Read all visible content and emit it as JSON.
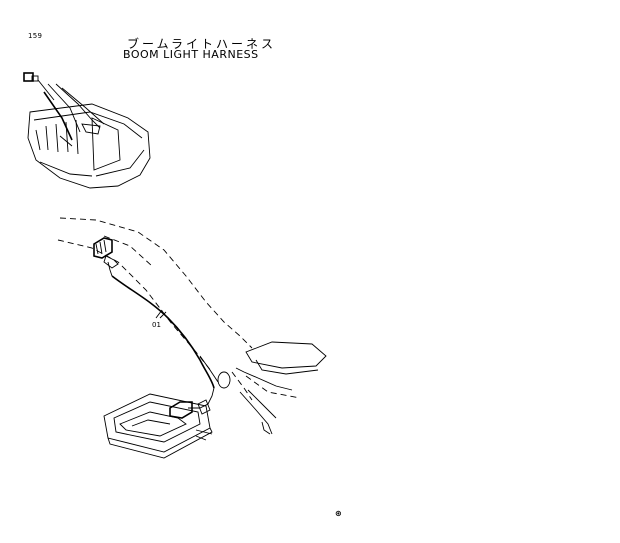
{
  "header": {
    "page_number": "159",
    "title_japanese": "ブームライトハーネス",
    "title_english": "BOOM LIGHT HARNESS"
  },
  "callouts": {
    "harness_part": "01"
  },
  "footer": {
    "mark": "⊛"
  }
}
